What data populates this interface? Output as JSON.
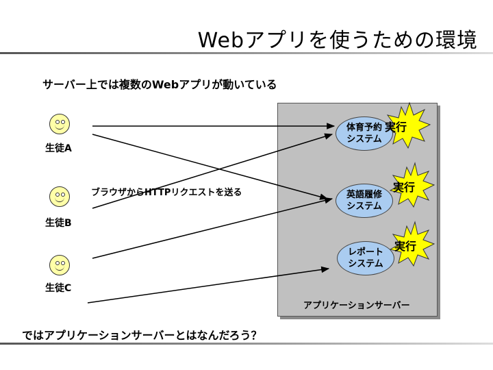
{
  "title": "Webアプリを使うための環境",
  "subtitle": "サーバー上では複数のWebアプリが動いている",
  "students": [
    {
      "label": "生徒A"
    },
    {
      "label": "生徒B"
    },
    {
      "label": "生徒C"
    }
  ],
  "arrow_label": "ブラウザからHTTPリクエストを送る",
  "server_label": "アプリケーションサーバー",
  "systems": [
    {
      "line1": "体育予約",
      "line2": "システム",
      "exec_label": "実行"
    },
    {
      "line1": "英語履修",
      "line2": "システム",
      "exec_label": "実行"
    },
    {
      "line1": "レポート",
      "line2": "システム",
      "exec_label": "実行"
    }
  ],
  "question": "ではアプリケーションサーバーとはなんだろう？",
  "colors": {
    "face": "#ffffa8",
    "system": "#aaccf0",
    "burst": "#ffff00",
    "server": "#c0c0c0"
  }
}
